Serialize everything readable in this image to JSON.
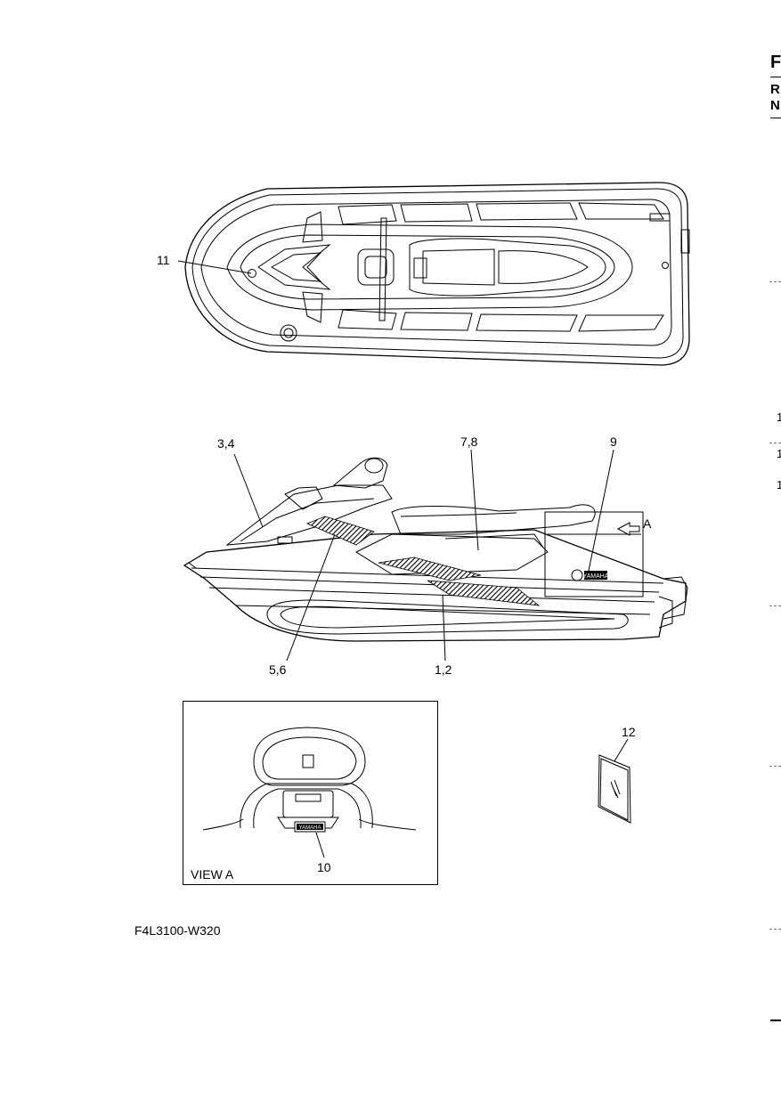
{
  "edge": {
    "head": "F",
    "sub1": "R",
    "sub2": "N",
    "num1": "1",
    "num2": "1",
    "num3": "1"
  },
  "callouts": {
    "c11": "11",
    "c34": "3,4",
    "c78": "7,8",
    "c9": "9",
    "cA": "A",
    "c56": "5,6",
    "c12": "1,2",
    "c12b": "12",
    "c10": "10"
  },
  "view_label": "VIEW A",
  "part_code": "F4L3100-W320",
  "decal_text": "YAMAHA"
}
